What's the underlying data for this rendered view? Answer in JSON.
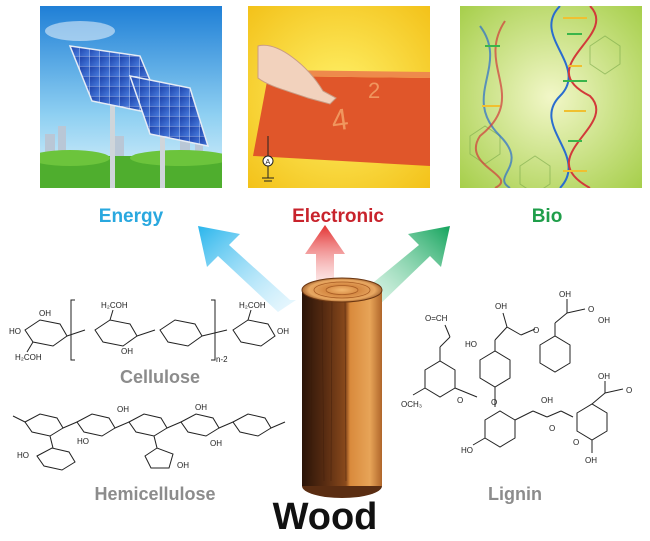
{
  "colors": {
    "energy": "#29a8df",
    "electronic": "#c8232c",
    "bio": "#1f9e4a",
    "label_grey": "#8c8c8c"
  },
  "labels": {
    "energy": "Energy",
    "electronic": "Electronic",
    "bio": "Bio"
  },
  "components": {
    "cellulose": "Cellulose",
    "hemicellulose": "Hemicellulose",
    "lignin": "Lignin"
  },
  "cellulose_atoms": {
    "oh": "OH",
    "ho": "HO",
    "h2coh": "H₂COH",
    "n": "n-2"
  },
  "lignin_atoms": {
    "aldehyde": "O=CH",
    "oh": "OH",
    "ho": "HO",
    "o": "O",
    "och3": "OCH₃"
  },
  "title": "Wood"
}
